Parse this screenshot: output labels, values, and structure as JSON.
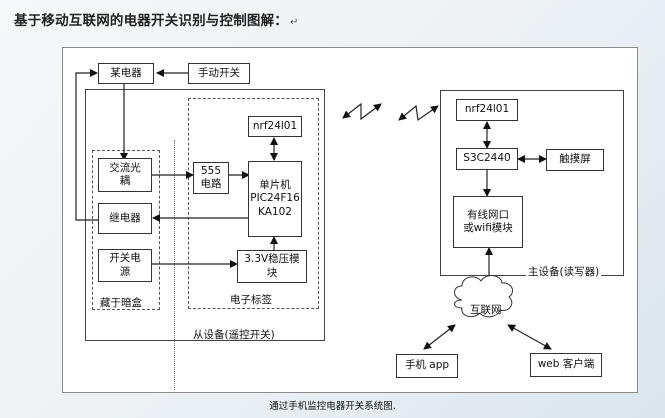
{
  "heading": {
    "text": "基于移动互联网的电器开关识别与控制图解：",
    "return_mark": "↵"
  },
  "caption": "通过手机监控电器开关系统图.",
  "diagram": {
    "nodes": {
      "appliance": "某电器",
      "manual_switch": "手动开关",
      "ac_optocoupler": [
        "交流光",
        "耦"
      ],
      "relay": "继电器",
      "switching_power": [
        "开关电",
        "源"
      ],
      "timer_555": [
        "555",
        "电路"
      ],
      "nrf_slave": "nrf24l01",
      "mcu": [
        "单片机",
        "PIC24F16",
        "KA102"
      ],
      "regulator": [
        "3.3V稳压模",
        "块"
      ],
      "nrf_master": "nrf24l01",
      "s3c2440": "S3C2440",
      "touchscreen": "触摸屏",
      "network_module": [
        "有线网口",
        "或wifi模块"
      ],
      "internet": "互联网",
      "phone_app": "手机 app",
      "web_client": "web 客户端"
    },
    "groups": {
      "hidden_box": "藏于暗盒",
      "electronic_tag": "电子标签",
      "slave_device": "从设备(遥控开关)",
      "master_device": "主设备(读写器)"
    },
    "connections": [
      {
        "from": "manual_switch",
        "to": "appliance",
        "type": "arrow"
      },
      {
        "from": "appliance",
        "to": "ac_optocoupler",
        "type": "arrow"
      },
      {
        "from": "relay",
        "to": "appliance",
        "type": "arrow"
      },
      {
        "from": "ac_optocoupler",
        "to": "timer_555",
        "type": "arrow"
      },
      {
        "from": "timer_555",
        "to": "mcu",
        "type": "arrow"
      },
      {
        "from": "mcu",
        "to": "relay",
        "type": "arrow"
      },
      {
        "from": "switching_power",
        "to": "regulator",
        "type": "arrow"
      },
      {
        "from": "regulator",
        "to": "mcu",
        "type": "arrow"
      },
      {
        "from": "nrf_slave",
        "to": "mcu",
        "type": "bidirectional"
      },
      {
        "from": "nrf_master",
        "to": "s3c2440",
        "type": "bidirectional"
      },
      {
        "from": "s3c2440",
        "to": "touchscreen",
        "type": "bidirectional"
      },
      {
        "from": "s3c2440",
        "to": "network_module",
        "type": "arrow"
      },
      {
        "from": "network_module",
        "to": "internet",
        "type": "bidirectional"
      },
      {
        "from": "internet",
        "to": "phone_app",
        "type": "bidirectional"
      },
      {
        "from": "internet",
        "to": "web_client",
        "type": "bidirectional"
      },
      {
        "from": "slave_device",
        "to": "master_device",
        "type": "wireless"
      }
    ]
  }
}
